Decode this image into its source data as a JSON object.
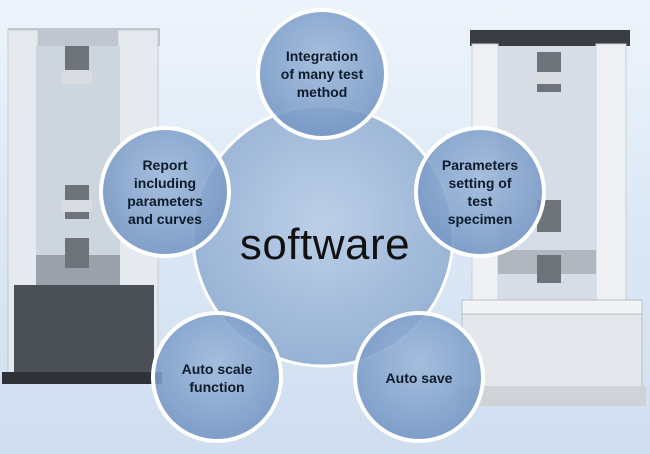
{
  "center": {
    "label": "software",
    "color": "#9bb7d8"
  },
  "satellites": [
    {
      "label": "Integration\nof many test\nmethod"
    },
    {
      "label": "Parameters\nsetting of\ntest\nspecimen"
    },
    {
      "label": "Auto save"
    },
    {
      "label": "Auto scale\nfunction"
    },
    {
      "label": "Report\nincluding\nparameters\nand curves"
    }
  ],
  "colors": {
    "circle_fill": "#7f9fc8",
    "circle_stroke": "#ffffff",
    "machine_frame": "#d9dde2",
    "machine_dark": "#3a3d42"
  }
}
